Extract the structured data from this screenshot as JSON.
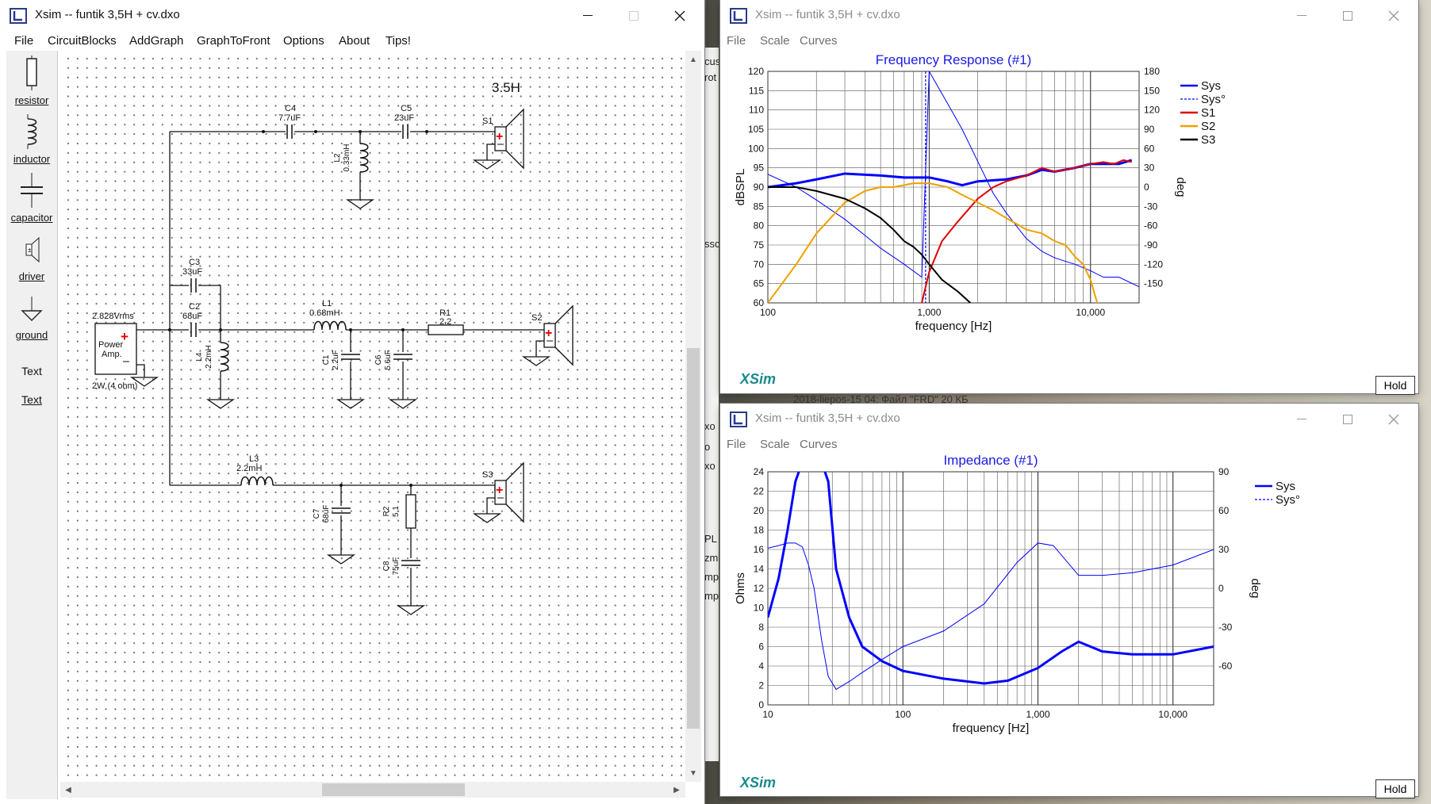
{
  "main_window": {
    "title": "Xsim -- funtik 3,5H + cv.dxo",
    "menu": [
      "File",
      "CircuitBlocks",
      "AddGraph",
      "GraphToFront",
      "Options",
      "About",
      "Tips!"
    ],
    "palette": [
      "resistor",
      "inductor",
      "capacitor",
      "driver",
      "ground",
      "Text",
      "Text"
    ],
    "schematic": {
      "heading": "3.5H",
      "source": {
        "voltage": "2.828Vrms",
        "label1": "Power",
        "label2": "Amp.",
        "power": "2W (4 ohm)"
      },
      "drivers": [
        "S1",
        "S2",
        "S3"
      ],
      "components": {
        "C4": {
          "name": "C4",
          "value": "7.7uF"
        },
        "C5": {
          "name": "C5",
          "value": "23uF"
        },
        "L2": {
          "name": "L2",
          "value": "0.33mH"
        },
        "C3": {
          "name": "C3",
          "value": "33uF"
        },
        "C2": {
          "name": "C2",
          "value": "68uF"
        },
        "L4": {
          "name": "L4",
          "value": "2.2mH"
        },
        "L1": {
          "name": "L1",
          "value": "0.68mH"
        },
        "C1": {
          "name": "C1",
          "value": "2.2uF"
        },
        "C6": {
          "name": "C6",
          "value": "5.6uF"
        },
        "R1": {
          "name": "R1",
          "value": "2.2"
        },
        "L3": {
          "name": "L3",
          "value": "2.2mH"
        },
        "C7": {
          "name": "C7",
          "value": "68uF"
        },
        "R2": {
          "name": "R2",
          "value": "5.1"
        },
        "C8": {
          "name": "C8",
          "value": "75uF"
        }
      }
    }
  },
  "freq_window": {
    "title": "Xsim -- funtik 3,5H + cv.dxo",
    "menu": [
      "File",
      "Scale",
      "Curves"
    ],
    "hold": "Hold",
    "logo": "XSim"
  },
  "imp_window": {
    "title": "Xsim -- funtik 3,5H + cv.dxo",
    "menu": [
      "File",
      "Scale",
      "Curves"
    ],
    "hold": "Hold",
    "logo": "XSim"
  },
  "background_fragments": [
    "cus",
    "rot",
    "ssc",
    "xo",
    "o",
    "xo",
    "PL",
    "zm",
    "mp",
    "mp"
  ],
  "background_status": {
    "date": "2018-liepos-15 04:",
    "file": "Файл \"FRD\"",
    "size": "20 КБ"
  },
  "chart_data": [
    {
      "type": "line",
      "title": "Frequency Response (#1)",
      "xlabel": "frequency [Hz]",
      "ylabel": "dBSPL",
      "y2label": "deg",
      "xscale": "log",
      "xlim": [
        100,
        20000
      ],
      "ylim": [
        60,
        120
      ],
      "y2lim": [
        -180,
        180
      ],
      "xticks": [
        100,
        1000,
        10000
      ],
      "xtick_labels": [
        "100",
        "1,000",
        "10,000"
      ],
      "yticks": [
        60,
        65,
        70,
        75,
        80,
        85,
        90,
        95,
        100,
        105,
        110,
        115,
        120
      ],
      "y2ticks": [
        180,
        150,
        120,
        90,
        60,
        30,
        0,
        -30,
        -60,
        -90,
        -120,
        -150
      ],
      "legend_position": "right",
      "marker_hz": 950,
      "series": [
        {
          "name": "Sys",
          "color": "#0000ff",
          "style": "solid",
          "width": 3,
          "x": [
            100,
            150,
            200,
            300,
            500,
            700,
            1000,
            1300,
            1600,
            2000,
            3000,
            4000,
            5000,
            6000,
            8000,
            10000,
            12000,
            15000,
            18000
          ],
          "y": [
            90,
            91,
            92,
            93.5,
            93,
            92.5,
            92.5,
            91.5,
            90.5,
            91.5,
            92,
            93,
            94.5,
            94,
            95,
            96,
            96,
            96,
            97
          ]
        },
        {
          "name": "Sys°",
          "color": "#0000ff",
          "style": "dashed",
          "width": 1,
          "x": [
            100,
            150,
            200,
            300,
            400,
            500,
            700,
            900,
            1000,
            1300,
            1600,
            2000,
            2500,
            3000,
            4000,
            5000,
            6000,
            8000,
            10000,
            12000,
            15000,
            20000
          ],
          "y": [
            20,
            0,
            -20,
            -50,
            -75,
            -95,
            -120,
            -140,
            180,
            130,
            90,
            40,
            -10,
            -40,
            -80,
            -100,
            -110,
            -120,
            -130,
            -140,
            -140,
            -155
          ]
        },
        {
          "name": "S1",
          "color": "#e00000",
          "style": "solid",
          "width": 2,
          "x": [
            900,
            1000,
            1200,
            1500,
            2000,
            2500,
            3000,
            4000,
            5000,
            6000,
            8000,
            10000,
            12000,
            14000,
            16000,
            18000
          ],
          "y": [
            60,
            68,
            76,
            81,
            87,
            90,
            91.5,
            93,
            95,
            94,
            95,
            96,
            96.5,
            96,
            97,
            96.5
          ]
        },
        {
          "name": "S2",
          "color": "#f0a000",
          "style": "solid",
          "width": 2,
          "x": [
            100,
            150,
            200,
            300,
            400,
            500,
            600,
            800,
            1000,
            1300,
            1600,
            2000,
            2500,
            3000,
            4000,
            5000,
            6000,
            7000,
            8000,
            9000,
            10000,
            11000
          ],
          "y": [
            60,
            70,
            78,
            86,
            89,
            90,
            90,
            91,
            91,
            90,
            88,
            86,
            84,
            82,
            79,
            78,
            76,
            75,
            72,
            70,
            66,
            60
          ]
        },
        {
          "name": "S3",
          "color": "#000000",
          "style": "solid",
          "width": 2,
          "x": [
            100,
            150,
            200,
            300,
            400,
            500,
            600,
            700,
            800,
            900,
            1000,
            1200,
            1500,
            1800
          ],
          "y": [
            90,
            90,
            89,
            87,
            84.5,
            82,
            79,
            76,
            74.5,
            72.5,
            70,
            66,
            63,
            60
          ]
        }
      ]
    },
    {
      "type": "line",
      "title": "Impedance (#1)",
      "xlabel": "frequency [Hz]",
      "ylabel": "Ohms",
      "y2label": "deg",
      "xscale": "log",
      "xlim": [
        10,
        20000
      ],
      "ylim": [
        0,
        24
      ],
      "y2lim": [
        -90,
        90
      ],
      "xticks": [
        10,
        100,
        1000,
        10000
      ],
      "xtick_labels": [
        "10",
        "100",
        "1,000",
        "10,000"
      ],
      "yticks": [
        0,
        2,
        4,
        6,
        8,
        10,
        12,
        14,
        16,
        18,
        20,
        22,
        24
      ],
      "y2ticks": [
        90,
        60,
        30,
        0,
        -30,
        -60
      ],
      "legend_position": "right",
      "series": [
        {
          "name": "Sys",
          "color": "#0000ff",
          "style": "solid",
          "width": 3,
          "x": [
            10,
            12,
            14,
            16,
            18,
            20,
            22,
            25,
            28,
            32,
            40,
            50,
            70,
            100,
            200,
            400,
            600,
            1000,
            1500,
            2000,
            3000,
            5000,
            10000,
            20000
          ],
          "y": [
            9,
            13,
            18,
            23,
            25,
            25,
            25,
            25,
            23,
            14,
            9,
            6,
            4.5,
            3.5,
            2.7,
            2.2,
            2.5,
            3.8,
            5.5,
            6.5,
            5.5,
            5.2,
            5.2,
            6
          ]
        },
        {
          "name": "Sys°",
          "color": "#0000ff",
          "style": "dashed",
          "width": 1,
          "x": [
            10,
            12,
            14,
            16,
            18,
            20,
            22,
            25,
            28,
            32,
            40,
            50,
            70,
            100,
            200,
            400,
            700,
            1000,
            1300,
            2000,
            3000,
            5000,
            10000,
            20000
          ],
          "y": [
            31,
            33,
            35,
            35,
            32,
            18,
            0,
            -40,
            -68,
            -78,
            -72,
            -65,
            -55,
            -45,
            -33,
            -12,
            20,
            35,
            33,
            10,
            10,
            12,
            18,
            30
          ]
        }
      ]
    }
  ]
}
